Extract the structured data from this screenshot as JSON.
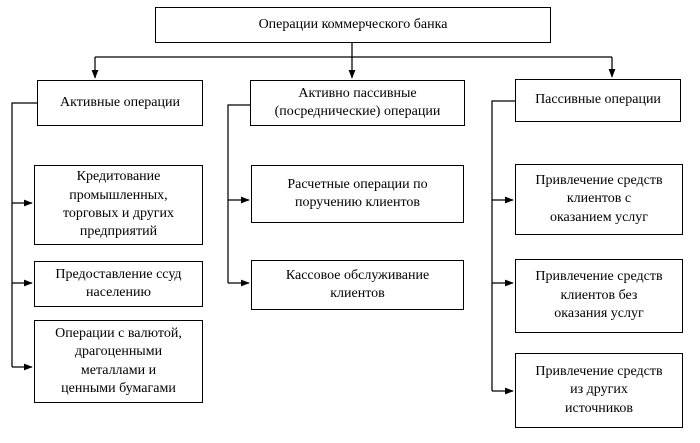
{
  "diagram": {
    "title": "Операции коммерческого банка",
    "root": {
      "label": "Операции коммерческого банка"
    },
    "columns": [
      {
        "header": "Активные операции",
        "children": [
          "Кредитование\nпромышленных,\nторговых и других\nпредприятий",
          "Предоставление ссуд\nнаселению",
          "Операции с валютой,\nдрагоценными\nметаллами и\nценными бумагами"
        ]
      },
      {
        "header": "Активно пассивные\n(посреднические) операции",
        "children": [
          "Расчетные операции по\nпоручению клиентов",
          "Кассовое обслуживание\nклиентов"
        ]
      },
      {
        "header": "Пассивные операции",
        "children": [
          "Привлечение средств\nклиентов с\nоказанием услуг",
          "Привлечение средств\nклиентов без\nоказания услуг",
          "Привлечение средств\nиз других\nисточников"
        ]
      }
    ],
    "colors": {
      "line": "#000000",
      "box_border": "#000000",
      "box_fill": "#ffffff",
      "text": "#000000",
      "background": "#ffffff"
    }
  }
}
